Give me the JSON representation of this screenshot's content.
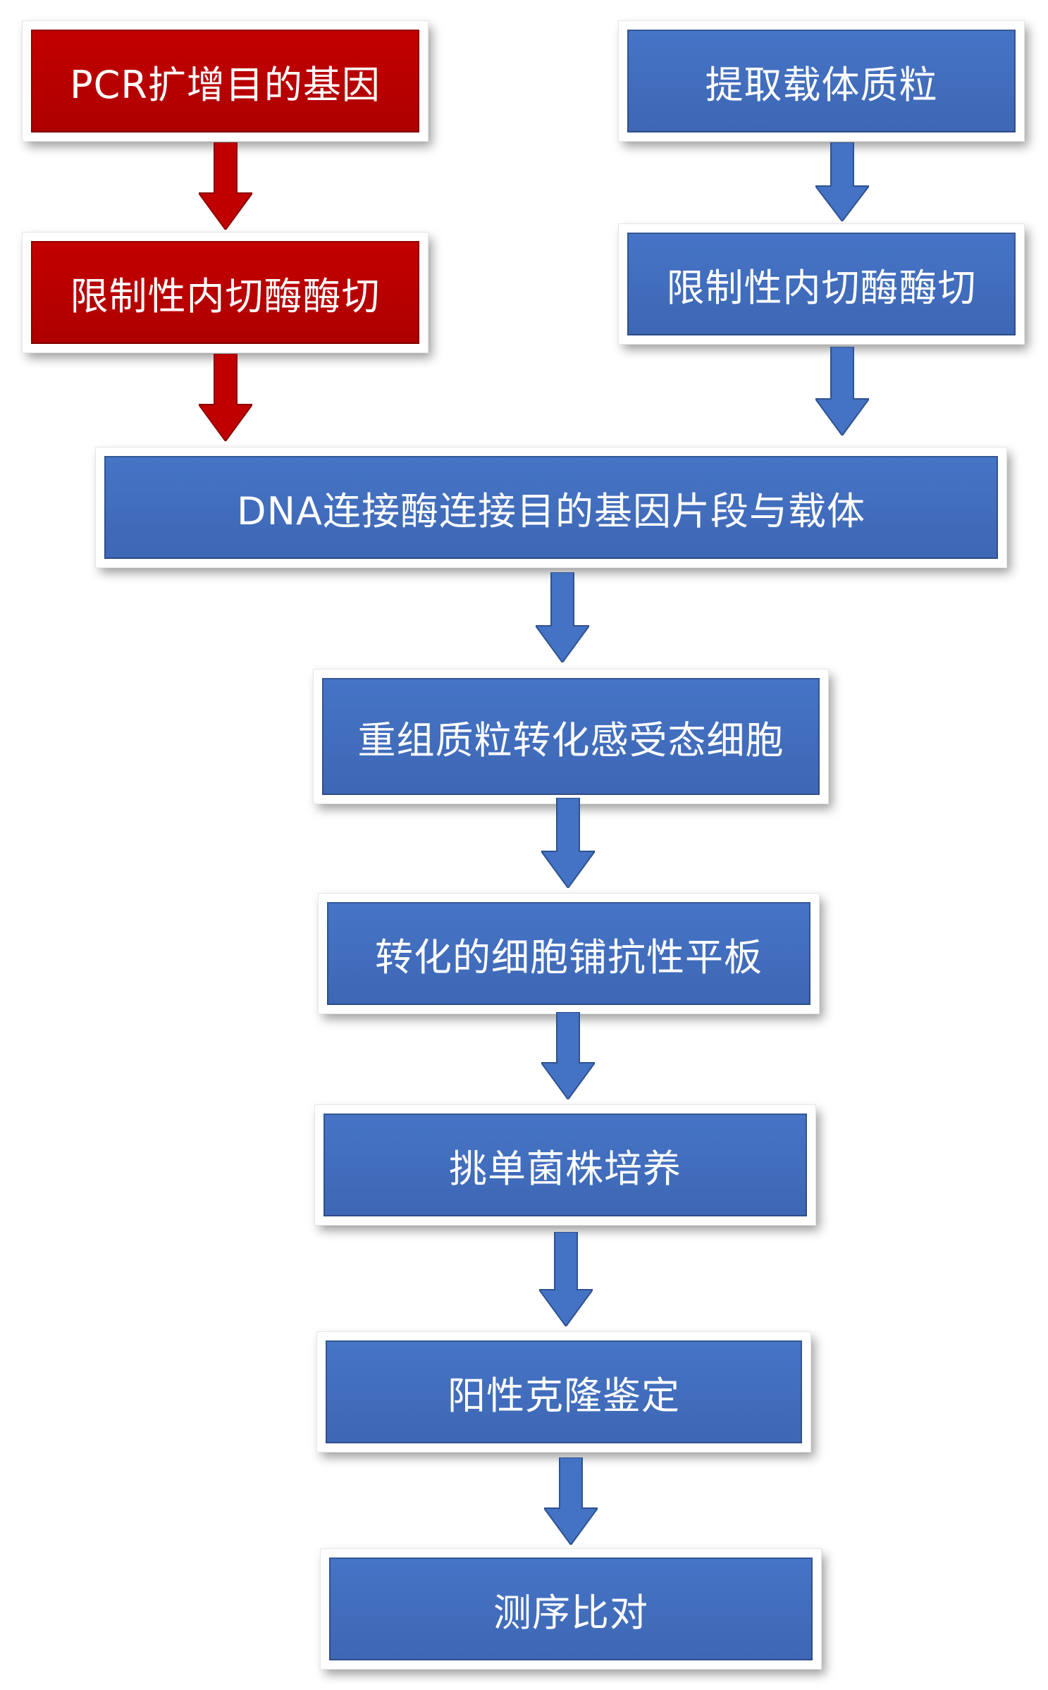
{
  "colors": {
    "red_fill": "#C00000",
    "blue_fill": "#4472C4",
    "red_arrow": "#C00000",
    "blue_arrow": "#4472C4"
  },
  "steps": {
    "pcr": "PCR扩增目的基因",
    "left_digest": "限制性内切酶酶切",
    "extract": "提取载体质粒",
    "right_digest": "限制性内切酶酶切",
    "ligation": "DNA连接酶连接目的基因片段与载体",
    "transform": "重组质粒转化感受态细胞",
    "plate": "转化的细胞铺抗性平板",
    "pick": "挑单菌株培养",
    "identify": "阳性克隆鉴定",
    "sequence": "测序比对"
  }
}
